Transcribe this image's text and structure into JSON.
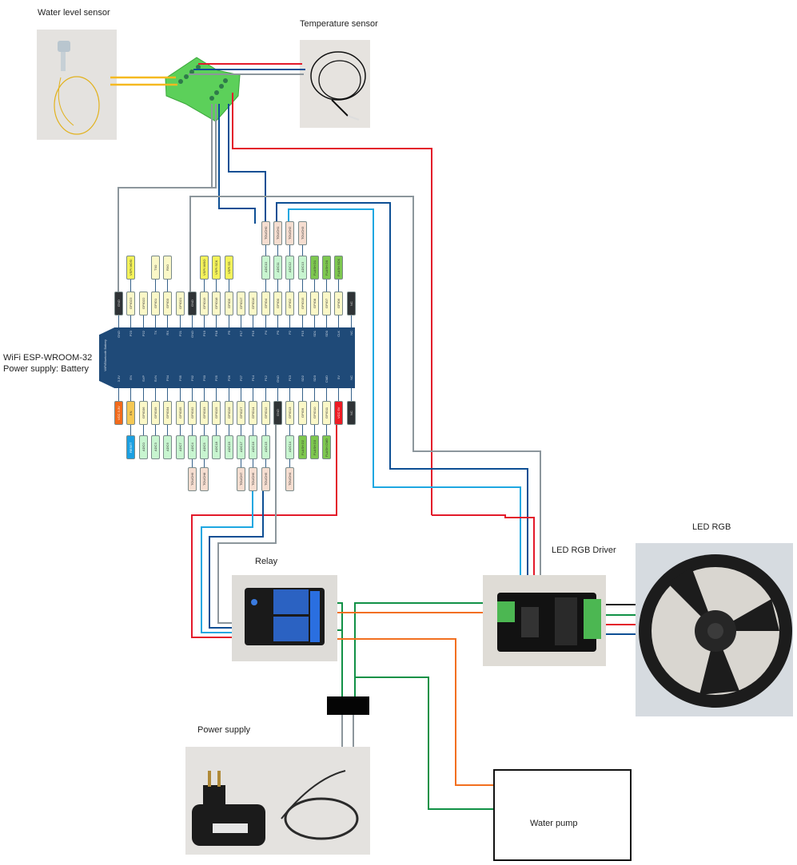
{
  "labels": {
    "water_level_sensor": "Water level sensor",
    "temperature_sensor": "Temperature sensor",
    "esp_title": "WiFi ESP-WROOM-32",
    "esp_power": "Power supply: Battery",
    "relay": "Relay",
    "led_driver": "LED RGB Driver",
    "led_rgb": "LED RGB",
    "power_supply": "Power supply",
    "water_pump": "Water pump"
  },
  "esp32": {
    "top_pins": [
      "GND",
      "GPIO23",
      "GPIO22",
      "GPIO1",
      "GPIO3",
      "GPIO21",
      "GND",
      "GPIO19",
      "GPIO18",
      "GPIO5",
      "GPIO17",
      "GPIO16",
      "GPIO4",
      "GPIO0",
      "GPIO2",
      "GPIO15",
      "GPIO8",
      "GPIO7",
      "GPIO6",
      "NC"
    ],
    "top_alt1": [
      "",
      "VSPI MOSI",
      "",
      "TX0",
      "RX0",
      "",
      "",
      "VSPI MISO",
      "VSPI SCK",
      "VSPI SS",
      "",
      "",
      "ADC10",
      "ADC11",
      "ADC12",
      "ADC13",
      "FLASH D1",
      "FLASH D0",
      "FLASH SCK",
      ""
    ],
    "top_alt2": [
      "",
      "",
      "",
      "",
      "",
      "",
      "",
      "",
      "",
      "",
      "",
      "",
      "TOUCH0",
      "TOUCH1",
      "TOUCH2",
      "TOUCH3",
      "",
      "",
      "",
      ""
    ],
    "board_top": [
      "GND",
      "P23",
      "P22",
      "TX",
      "RX",
      "P21",
      "GND",
      "P19",
      "P18",
      "P5",
      "P17",
      "P16",
      "P4",
      "P0",
      "P2",
      "P15",
      "SD1",
      "SD0",
      "CLK",
      "NC"
    ],
    "board_bottom": [
      "3.3V",
      "EN",
      "SVP",
      "SVN",
      "P34",
      "P35",
      "P32",
      "P33",
      "P25",
      "P26",
      "P27",
      "P14",
      "P12",
      "GND",
      "P13",
      "SD2",
      "SD3",
      "CMD",
      "5V",
      "NC"
    ],
    "board_side": "WiFi/Bluetooth Battery",
    "bottom_pins": [
      "VCC 3.3V",
      "EN",
      "GPIO36",
      "GPIO39",
      "GPIO34",
      "GPIO35",
      "GPIO32",
      "GPIO33",
      "GPIO25",
      "GPIO26",
      "GPIO27",
      "GPIO14",
      "GPIO12",
      "GND",
      "GPIO13",
      "GPIO9",
      "GPIO10",
      "GPIO11",
      "VCC 5V",
      "NC"
    ],
    "bottom_alt1": [
      "",
      "RESET",
      "ADC0",
      "ADC3",
      "ADC6",
      "ADC7",
      "ADC4",
      "ADC5",
      "ADC18",
      "ADC19",
      "ADC17",
      "ADC16",
      "ADC15",
      "",
      "ADC14",
      "FLASH D2",
      "FLASH D3",
      "FLASH CMD",
      "",
      ""
    ],
    "bottom_alt2": [
      "",
      "",
      "",
      "",
      "",
      "",
      "TOUCH9",
      "TOUCH8",
      "",
      "",
      "TOUCH7",
      "TOUCH6",
      "TOUCH5",
      "",
      "TOUCH4",
      "",
      "",
      "",
      "",
      ""
    ]
  },
  "colors": {
    "red": "#e3192a",
    "blue_dark": "#0d4f94",
    "blue_light": "#1ea7e1",
    "gray": "#8c969c",
    "yellow": "#f5b920",
    "green": "#119146",
    "orange": "#f26f1f",
    "black": "#1b1b1b"
  }
}
